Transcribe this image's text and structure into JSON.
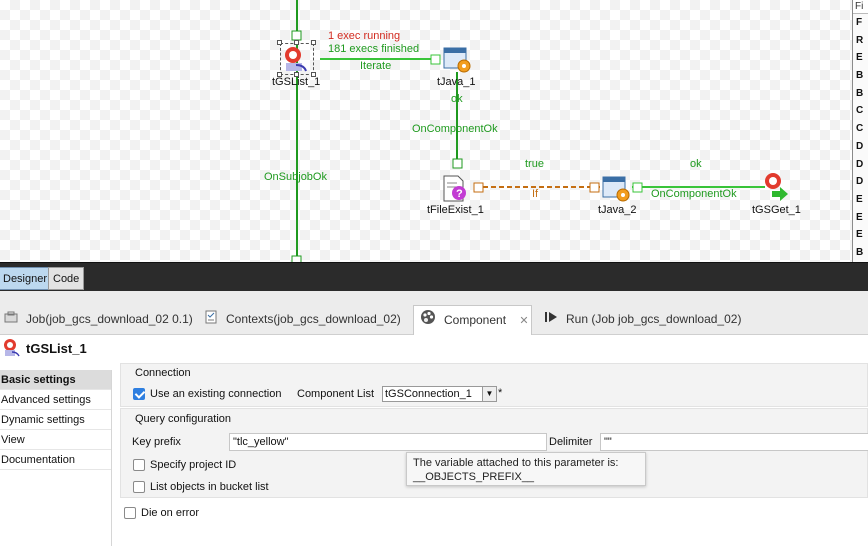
{
  "canvas": {
    "status_running": "1 exec running",
    "status_finished": "181 execs finished",
    "link_iterate": "Iterate",
    "link_ok_1": "ok",
    "link_oncomponentok_1": "OnComponentOk",
    "link_onsubjobok": "OnSubjobOk",
    "link_true": "true",
    "link_if": "If",
    "link_ok_2": "ok",
    "link_oncomponentok_2": "OnComponentOk",
    "nodes": {
      "tgslist": "tGSList_1",
      "tjava1": "tJava_1",
      "tfileexist": "tFileExist_1",
      "tjava2": "tJava_2",
      "tgsget": "tGSGet_1"
    }
  },
  "palette": {
    "search_text": "Fi",
    "letters": [
      "F",
      "R",
      "E",
      "B",
      "B",
      "C",
      "C",
      "D",
      "D",
      "D",
      "E",
      "E",
      "E",
      "B"
    ]
  },
  "view_tabs": {
    "designer": "Designer",
    "code": "Code"
  },
  "prop_tabs": {
    "job": "Job(job_gcs_download_02 0.1)",
    "contexts": "Contexts(job_gcs_download_02)",
    "component": "Component",
    "run": "Run (Job job_gcs_download_02)"
  },
  "component_title": "tGSList_1",
  "left_nav": [
    "Basic settings",
    "Advanced settings",
    "Dynamic settings",
    "View",
    "Documentation"
  ],
  "settings": {
    "connection_title": "Connection",
    "use_existing_label": "Use an existing connection",
    "component_list_label": "Component List",
    "component_list_value": "tGSConnection_1",
    "asterisk": "*",
    "query_title": "Query configuration",
    "key_prefix_label": "Key prefix",
    "key_prefix_value": "\"tlc_yellow\"",
    "delimiter_label": "Delimiter",
    "delimiter_value": "\"\"",
    "specify_project_label": "Specify project ID",
    "list_objects_label": "List objects in bucket list",
    "die_on_error_label": "Die on error"
  },
  "tooltip": {
    "line1": "The variable attached to this parameter is:",
    "line2": "__OBJECTS_PREFIX__"
  },
  "colors": {
    "link_green": "#1f9a1f",
    "status_red": "#d22b20",
    "if_orange": "#c46e12",
    "accent_blue": "#2f7fe0"
  }
}
